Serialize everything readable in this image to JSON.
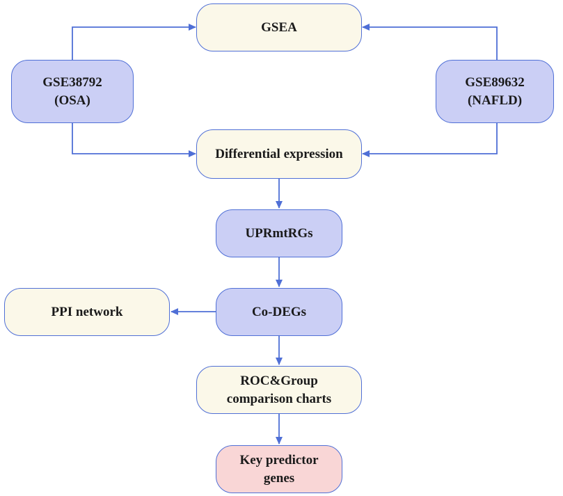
{
  "diagram": {
    "nodes": {
      "gsea": {
        "lines": [
          "GSEA"
        ]
      },
      "gse38792": {
        "lines": [
          "GSE38792",
          "(OSA)"
        ]
      },
      "gse89632": {
        "lines": [
          "GSE89632",
          "(NAFLD)"
        ]
      },
      "differential_expression": {
        "lines": [
          "Differential expression"
        ]
      },
      "uprmtrgs": {
        "lines": [
          "UPRmtRGs"
        ]
      },
      "co_degs": {
        "lines": [
          "Co-DEGs"
        ]
      },
      "ppi_network": {
        "lines": [
          "PPI network"
        ]
      },
      "roc_group": {
        "lines": [
          "ROC&Group",
          "comparison charts"
        ]
      },
      "key_predictor_genes": {
        "lines": [
          "Key predictor",
          "genes"
        ]
      }
    },
    "edges": [
      {
        "from": "gse38792",
        "to": "gsea"
      },
      {
        "from": "gse89632",
        "to": "gsea"
      },
      {
        "from": "gse38792",
        "to": "differential_expression"
      },
      {
        "from": "gse89632",
        "to": "differential_expression"
      },
      {
        "from": "differential_expression",
        "to": "uprmtrgs"
      },
      {
        "from": "uprmtrgs",
        "to": "co_degs"
      },
      {
        "from": "co_degs",
        "to": "ppi_network"
      },
      {
        "from": "co_degs",
        "to": "roc_group"
      },
      {
        "from": "roc_group",
        "to": "key_predictor_genes"
      }
    ],
    "colors": {
      "arrow": "#4f6fd6",
      "border": "#4f6fd6",
      "cream_fill": "#fbf8e9",
      "lavender_fill": "#cbcff5",
      "pink_fill": "#f9d6d6"
    }
  }
}
